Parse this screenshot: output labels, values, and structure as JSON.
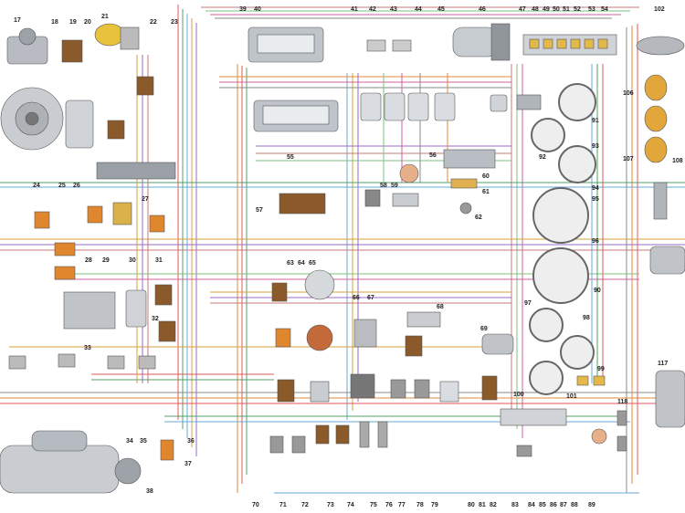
{
  "labels": {
    "n17": "17",
    "n18": "18",
    "n19": "19",
    "n20": "20",
    "n21": "21",
    "n22": "22",
    "n23": "23",
    "n24": "24",
    "n25": "25",
    "n26": "26",
    "n27": "27",
    "n28": "28",
    "n29": "29",
    "n30": "30",
    "n31": "31",
    "n32": "32",
    "n33": "33",
    "n34": "34",
    "n35": "35",
    "n36": "36",
    "n37": "37",
    "n38": "38",
    "n39": "39",
    "n40": "40",
    "n41": "41",
    "n42": "42",
    "n43": "43",
    "n44": "44",
    "n45": "45",
    "n46": "46",
    "n47": "47",
    "n48": "48",
    "n49": "49",
    "n50": "50",
    "n51": "51",
    "n52": "52",
    "n53": "53",
    "n54": "54",
    "n55": "55",
    "n56": "56",
    "n57": "57",
    "n58": "58",
    "n59": "59",
    "n60": "60",
    "n61": "61",
    "n62": "62",
    "n63": "63",
    "n64": "64",
    "n65": "65",
    "n66": "66",
    "n67": "67",
    "n68": "68",
    "n69": "69",
    "n70": "70",
    "n71": "71",
    "n72": "72",
    "n73": "73",
    "n74": "74",
    "n75": "75",
    "n76": "76",
    "n77": "77",
    "n78": "78",
    "n79": "79",
    "n80": "80",
    "n81": "81",
    "n82": "82",
    "n83": "83",
    "n84": "84",
    "n85": "85",
    "n86": "86",
    "n87": "87",
    "n88": "88",
    "n89": "89",
    "n90": "90",
    "n91": "91",
    "n92": "92",
    "n93": "93",
    "n94": "94",
    "n95": "95",
    "n96": "96",
    "n97": "97",
    "n98": "98",
    "n99": "99",
    "n100": "100",
    "n101": "101",
    "n102": "102",
    "n106": "106",
    "n107": "107",
    "n108": "108",
    "n117": "117",
    "n118": "118"
  },
  "wire_colors": [
    "#e05a5a",
    "#4fa06a",
    "#6aa8d8",
    "#d9a13a",
    "#9a6bc0",
    "#c87878",
    "#7fc07f",
    "#d05fa0",
    "#8a8a8a",
    "#e08a3a"
  ]
}
